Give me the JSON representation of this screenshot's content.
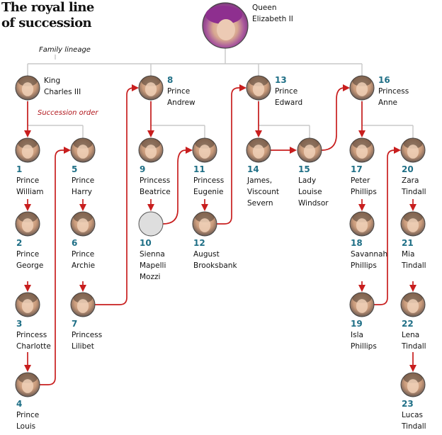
{
  "title": {
    "line1": "The royal line",
    "line2": "of succession"
  },
  "notes": {
    "family_lineage": "Family lineage",
    "succession_order": "Succession order"
  },
  "colors": {
    "succession_line": "#c81e1e",
    "family_line": "#c8c8c8",
    "order_number": "#1f6f86"
  },
  "people": [
    {
      "id": "queen",
      "num": "",
      "name": [
        "Queen",
        "Elizabeth II"
      ]
    },
    {
      "id": "charles",
      "num": "",
      "name": [
        "King",
        "Charles III"
      ]
    },
    {
      "id": "william",
      "num": "1",
      "name": [
        "Prince",
        "William"
      ]
    },
    {
      "id": "george",
      "num": "2",
      "name": [
        "Prince",
        "George"
      ]
    },
    {
      "id": "charlotte",
      "num": "3",
      "name": [
        "Princess",
        "Charlotte"
      ]
    },
    {
      "id": "louis",
      "num": "4",
      "name": [
        "Prince",
        "Louis"
      ]
    },
    {
      "id": "harry",
      "num": "5",
      "name": [
        "Prince",
        "Harry"
      ]
    },
    {
      "id": "archie",
      "num": "6",
      "name": [
        "Prince",
        "Archie"
      ]
    },
    {
      "id": "lilibet",
      "num": "7",
      "name": [
        "Princess",
        "Lilibet"
      ]
    },
    {
      "id": "andrew",
      "num": "8",
      "name": [
        "Prince",
        "Andrew"
      ]
    },
    {
      "id": "beatrice",
      "num": "9",
      "name": [
        "Princess",
        "Beatrice"
      ]
    },
    {
      "id": "sienna",
      "num": "10",
      "name": [
        "Sienna",
        "Mapelli",
        "Mozzi"
      ]
    },
    {
      "id": "eugenie",
      "num": "11",
      "name": [
        "Princess",
        "Eugenie"
      ]
    },
    {
      "id": "august",
      "num": "12",
      "name": [
        "August",
        "Brooksbank"
      ]
    },
    {
      "id": "edward",
      "num": "13",
      "name": [
        "Prince",
        "Edward"
      ]
    },
    {
      "id": "james",
      "num": "14",
      "name": [
        "James,",
        "Viscount",
        "Severn"
      ]
    },
    {
      "id": "louise",
      "num": "15",
      "name": [
        "Lady",
        "Louise",
        "Windsor"
      ]
    },
    {
      "id": "anne",
      "num": "16",
      "name": [
        "Princess",
        "Anne"
      ]
    },
    {
      "id": "peter",
      "num": "17",
      "name": [
        "Peter",
        "Phillips"
      ]
    },
    {
      "id": "savannah",
      "num": "18",
      "name": [
        "Savannah",
        "Phillips"
      ]
    },
    {
      "id": "isla",
      "num": "19",
      "name": [
        "Isla",
        "Phillips"
      ]
    },
    {
      "id": "zara",
      "num": "20",
      "name": [
        "Zara",
        "Tindall"
      ]
    },
    {
      "id": "mia",
      "num": "21",
      "name": [
        "Mia",
        "Tindall"
      ]
    },
    {
      "id": "lena",
      "num": "22",
      "name": [
        "Lena",
        "Tindall"
      ]
    },
    {
      "id": "lucas",
      "num": "23",
      "name": [
        "Lucas",
        "Tindall"
      ]
    }
  ]
}
